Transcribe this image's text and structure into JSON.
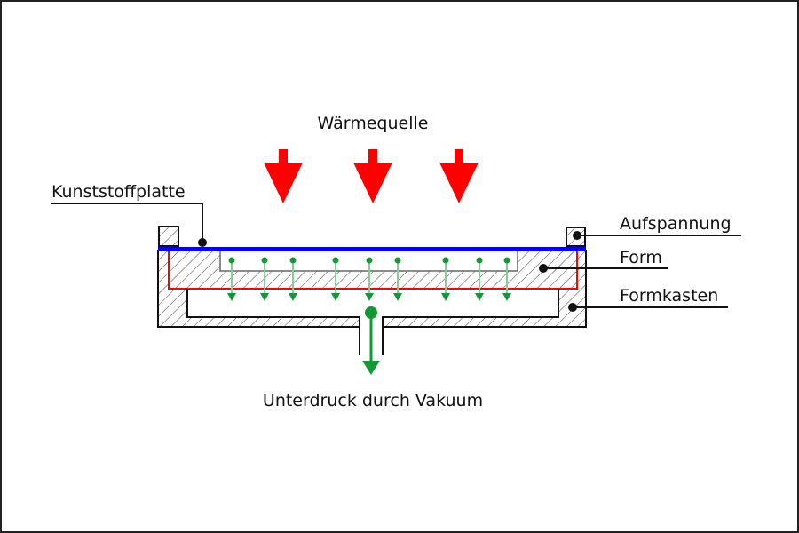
{
  "diagram": {
    "title": "Wärmequelle",
    "labels": {
      "heat_source": "Wärmequelle",
      "plastic_sheet": "Kunststoffplatte",
      "clamping": "Aufspannung",
      "mold": "Form",
      "mold_box": "Formkasten",
      "vacuum": "Unterdruck durch Vakuum"
    },
    "heat_arrow_count": 3,
    "suction_channel_count": 9,
    "colors": {
      "heat_arrow": "#ff0000",
      "plastic_sheet": "#0000ee",
      "mold_outline": "#ff0000",
      "vacuum_flow": "#119933",
      "suction_line": "#88cc99",
      "outline": "#111111",
      "hatch": "#444444"
    }
  }
}
